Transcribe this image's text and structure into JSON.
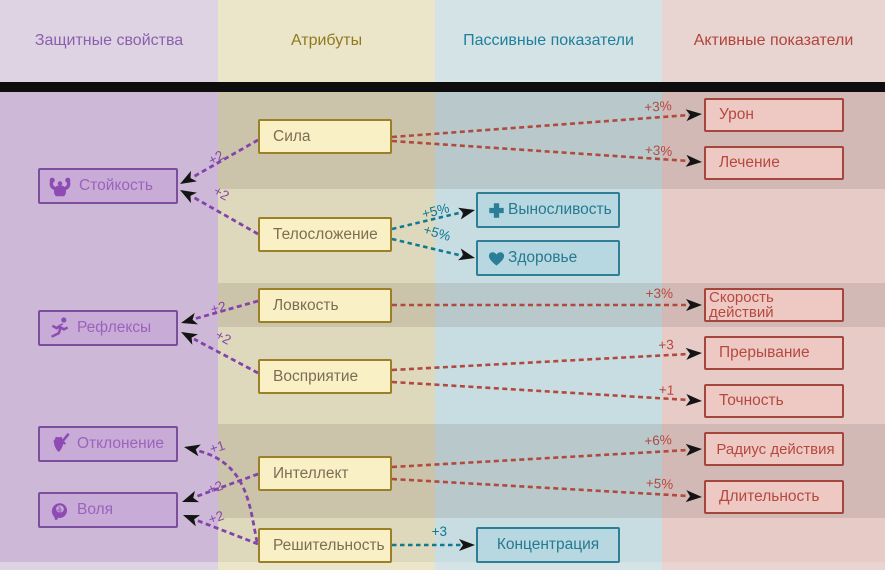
{
  "columns": {
    "defenses": {
      "title": "Защитные свойства",
      "title_color": "#8b5fae"
    },
    "attributes": {
      "title": "Атрибуты",
      "title_color": "#8f7a1e"
    },
    "passives": {
      "title": "Пассивные показатели",
      "title_color": "#1f7f9c"
    },
    "actives": {
      "title": "Активные показатели",
      "title_color": "#b2443a"
    }
  },
  "palette": {
    "defense_accent": "#8d4bb3",
    "attribute_accent": "#9c8028",
    "passive_accent": "#2a7e97",
    "active_accent": "#b5493f",
    "arrow_color": "#141414"
  },
  "nodes": {
    "fortitude": {
      "label": "Стойкость",
      "icon": "flex-muscle-icon"
    },
    "reflexes": {
      "label": "Рефлексы",
      "icon": "dodge-icon"
    },
    "deflection": {
      "label": "Отклонение",
      "icon": "shield-deflect-icon"
    },
    "will": {
      "label": "Воля",
      "icon": "head-brain-icon"
    },
    "might": {
      "label": "Сила"
    },
    "constitution": {
      "label": "Телосложение"
    },
    "dexterity": {
      "label": "Ловкость"
    },
    "perception": {
      "label": "Восприятие"
    },
    "intellect": {
      "label": "Интеллект"
    },
    "resolve": {
      "label": "Решительность"
    },
    "endurance": {
      "label": "Выносливость",
      "icon": "plus-icon"
    },
    "health": {
      "label": "Здоровье",
      "icon": "heart-icon"
    },
    "concentration": {
      "label": "Концентрация"
    },
    "damage": {
      "label": "Урон"
    },
    "healing": {
      "label": "Лечение"
    },
    "action_speed": {
      "label": "Скорость действий"
    },
    "interrupt": {
      "label": "Прерывание"
    },
    "accuracy": {
      "label": "Точность"
    },
    "aoe": {
      "label": "Радиус действия"
    },
    "duration": {
      "label": "Длительность"
    }
  },
  "edges": [
    {
      "from": "Сила",
      "to": "Урон",
      "label": "+3%"
    },
    {
      "from": "Сила",
      "to": "Лечение",
      "label": "+3%"
    },
    {
      "from": "Сила",
      "to": "Стойкость",
      "label": "+2"
    },
    {
      "from": "Телосложение",
      "to": "Стойкость",
      "label": "+2"
    },
    {
      "from": "Телосложение",
      "to": "Выносливость",
      "label": "+5%"
    },
    {
      "from": "Телосложение",
      "to": "Здоровье",
      "label": "+5%"
    },
    {
      "from": "Ловкость",
      "to": "Скорость действий",
      "label": "+3%"
    },
    {
      "from": "Ловкость",
      "to": "Рефлексы",
      "label": "+2"
    },
    {
      "from": "Восприятие",
      "to": "Рефлексы",
      "label": "+2"
    },
    {
      "from": "Восприятие",
      "to": "Прерывание",
      "label": "+3"
    },
    {
      "from": "Восприятие",
      "to": "Точность",
      "label": "+1"
    },
    {
      "from": "Интеллект",
      "to": "Радиус действия",
      "label": "+6%"
    },
    {
      "from": "Интеллект",
      "to": "Длительность",
      "label": "+5%"
    },
    {
      "from": "Интеллект",
      "to": "Воля",
      "label": "+2"
    },
    {
      "from": "Решительность",
      "to": "Отклонение",
      "label": "+1"
    },
    {
      "from": "Решительность",
      "to": "Воля",
      "label": "+2"
    },
    {
      "from": "Решительность",
      "to": "Концентрация",
      "label": "+3"
    }
  ]
}
